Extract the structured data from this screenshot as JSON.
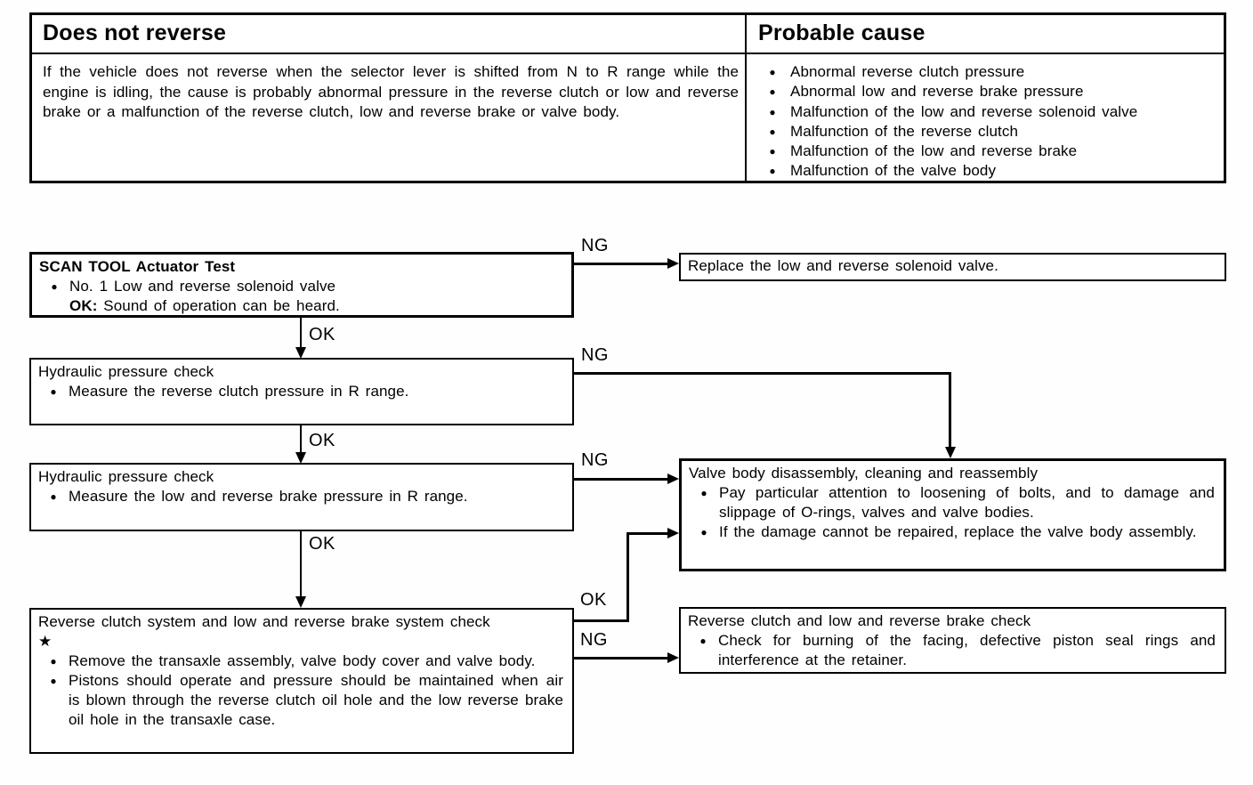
{
  "glyphs": {
    "bullet": "●"
  },
  "table": {
    "symptom_header": "Does not reverse",
    "symptom_body": "If the vehicle does not reverse when the selector lever is shifted from N to R range while the engine is idling, the cause is probably abnormal pressure in the reverse clutch or low and reverse brake or a malfunction of the reverse clutch, low and reverse brake or valve body.",
    "cause_header": "Probable cause",
    "causes": [
      "Abnormal reverse clutch pressure",
      "Abnormal low and reverse brake pressure",
      "Malfunction of the low and reverse solenoid valve",
      "Malfunction of the reverse clutch",
      "Malfunction of the low and reverse brake",
      "Malfunction of the valve body"
    ]
  },
  "flow": {
    "labels": {
      "ng": "NG",
      "ok": "OK"
    },
    "step1": {
      "title": "SCAN TOOL Actuator Test",
      "bullet": "No. 1 Low and reverse solenoid valve",
      "ok_label": "OK:",
      "ok_text": "Sound of operation can be heard."
    },
    "replace_box": {
      "text": "Replace the low and reverse solenoid valve."
    },
    "step2": {
      "title": "Hydraulic pressure check",
      "bullet": "Measure the reverse clutch pressure in R range."
    },
    "step3": {
      "title": "Hydraulic pressure check",
      "bullet": "Measure the low and reverse brake pressure in R range."
    },
    "step4": {
      "title": "Reverse clutch system and low and reverse brake system check",
      "star": "★",
      "bullet1": "Remove the transaxle assembly, valve body cover and valve body.",
      "bullet2": "Pistons should operate and pressure should be maintained when air is blown through the reverse clutch oil hole and the low reverse brake oil hole in the transaxle case."
    },
    "valve_body_box": {
      "title": "Valve body disassembly, cleaning and reassembly",
      "bullet1": "Pay particular attention to loosening of bolts, and to damage and slippage of O-rings, valves and valve bodies.",
      "bullet2": "If the damage cannot be repaired, replace the valve body assembly."
    },
    "reverse_clutch_box": {
      "title": "Reverse clutch and low and reverse brake check",
      "bullet1": "Check for burning of the facing, defective piston seal rings and interference at the retainer."
    }
  }
}
